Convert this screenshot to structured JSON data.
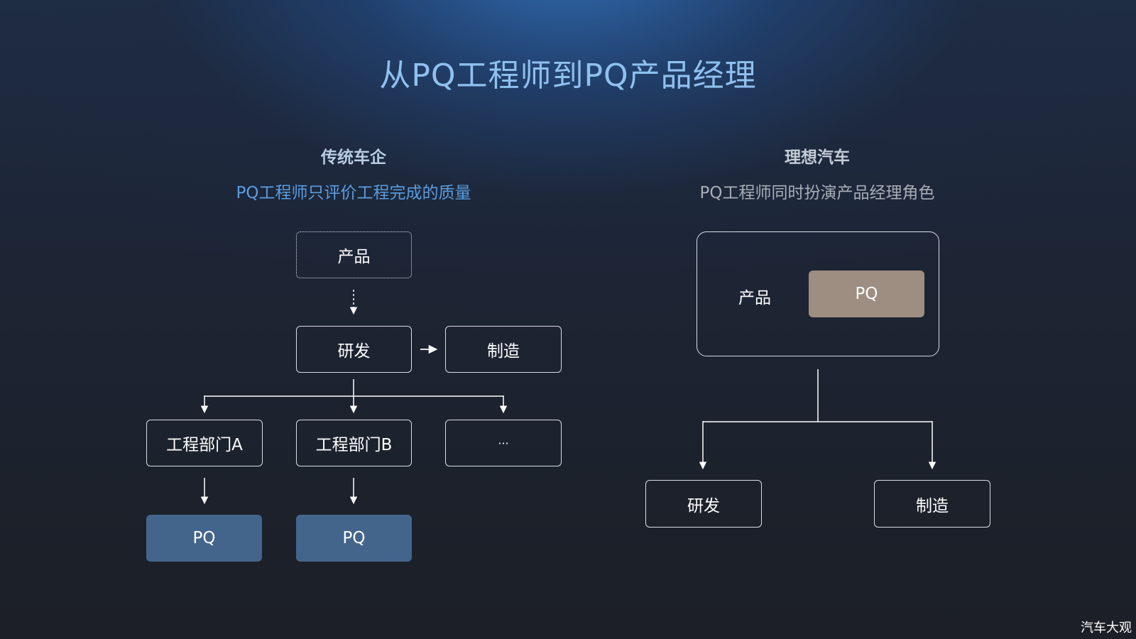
{
  "title": "从PQ工程师到PQ产品经理",
  "left": {
    "heading": "传统车企",
    "subheading": "PQ工程师只评价工程完成的质量",
    "nodes": {
      "product": "产品",
      "rnd": "研发",
      "manufacturing": "制造",
      "dept_a": "工程部门A",
      "dept_b": "工程部门B",
      "more": "···",
      "pq_a": "PQ",
      "pq_b": "PQ"
    }
  },
  "right": {
    "heading": "理想汽车",
    "subheading": "PQ工程师同时扮演产品经理角色",
    "nodes": {
      "product": "产品",
      "pq": "PQ",
      "rnd": "研发",
      "manufacturing": "制造"
    }
  },
  "watermark": "汽车大观",
  "colors": {
    "title": "#8fc0ee",
    "left_heading": "#b9cde3",
    "left_subheading": "#5a9ddf",
    "right_heading": "#c3ccd6",
    "right_subheading": "#a8aeb6",
    "pq_blue": "#44658b",
    "pq_tan": "#9e8d81"
  }
}
